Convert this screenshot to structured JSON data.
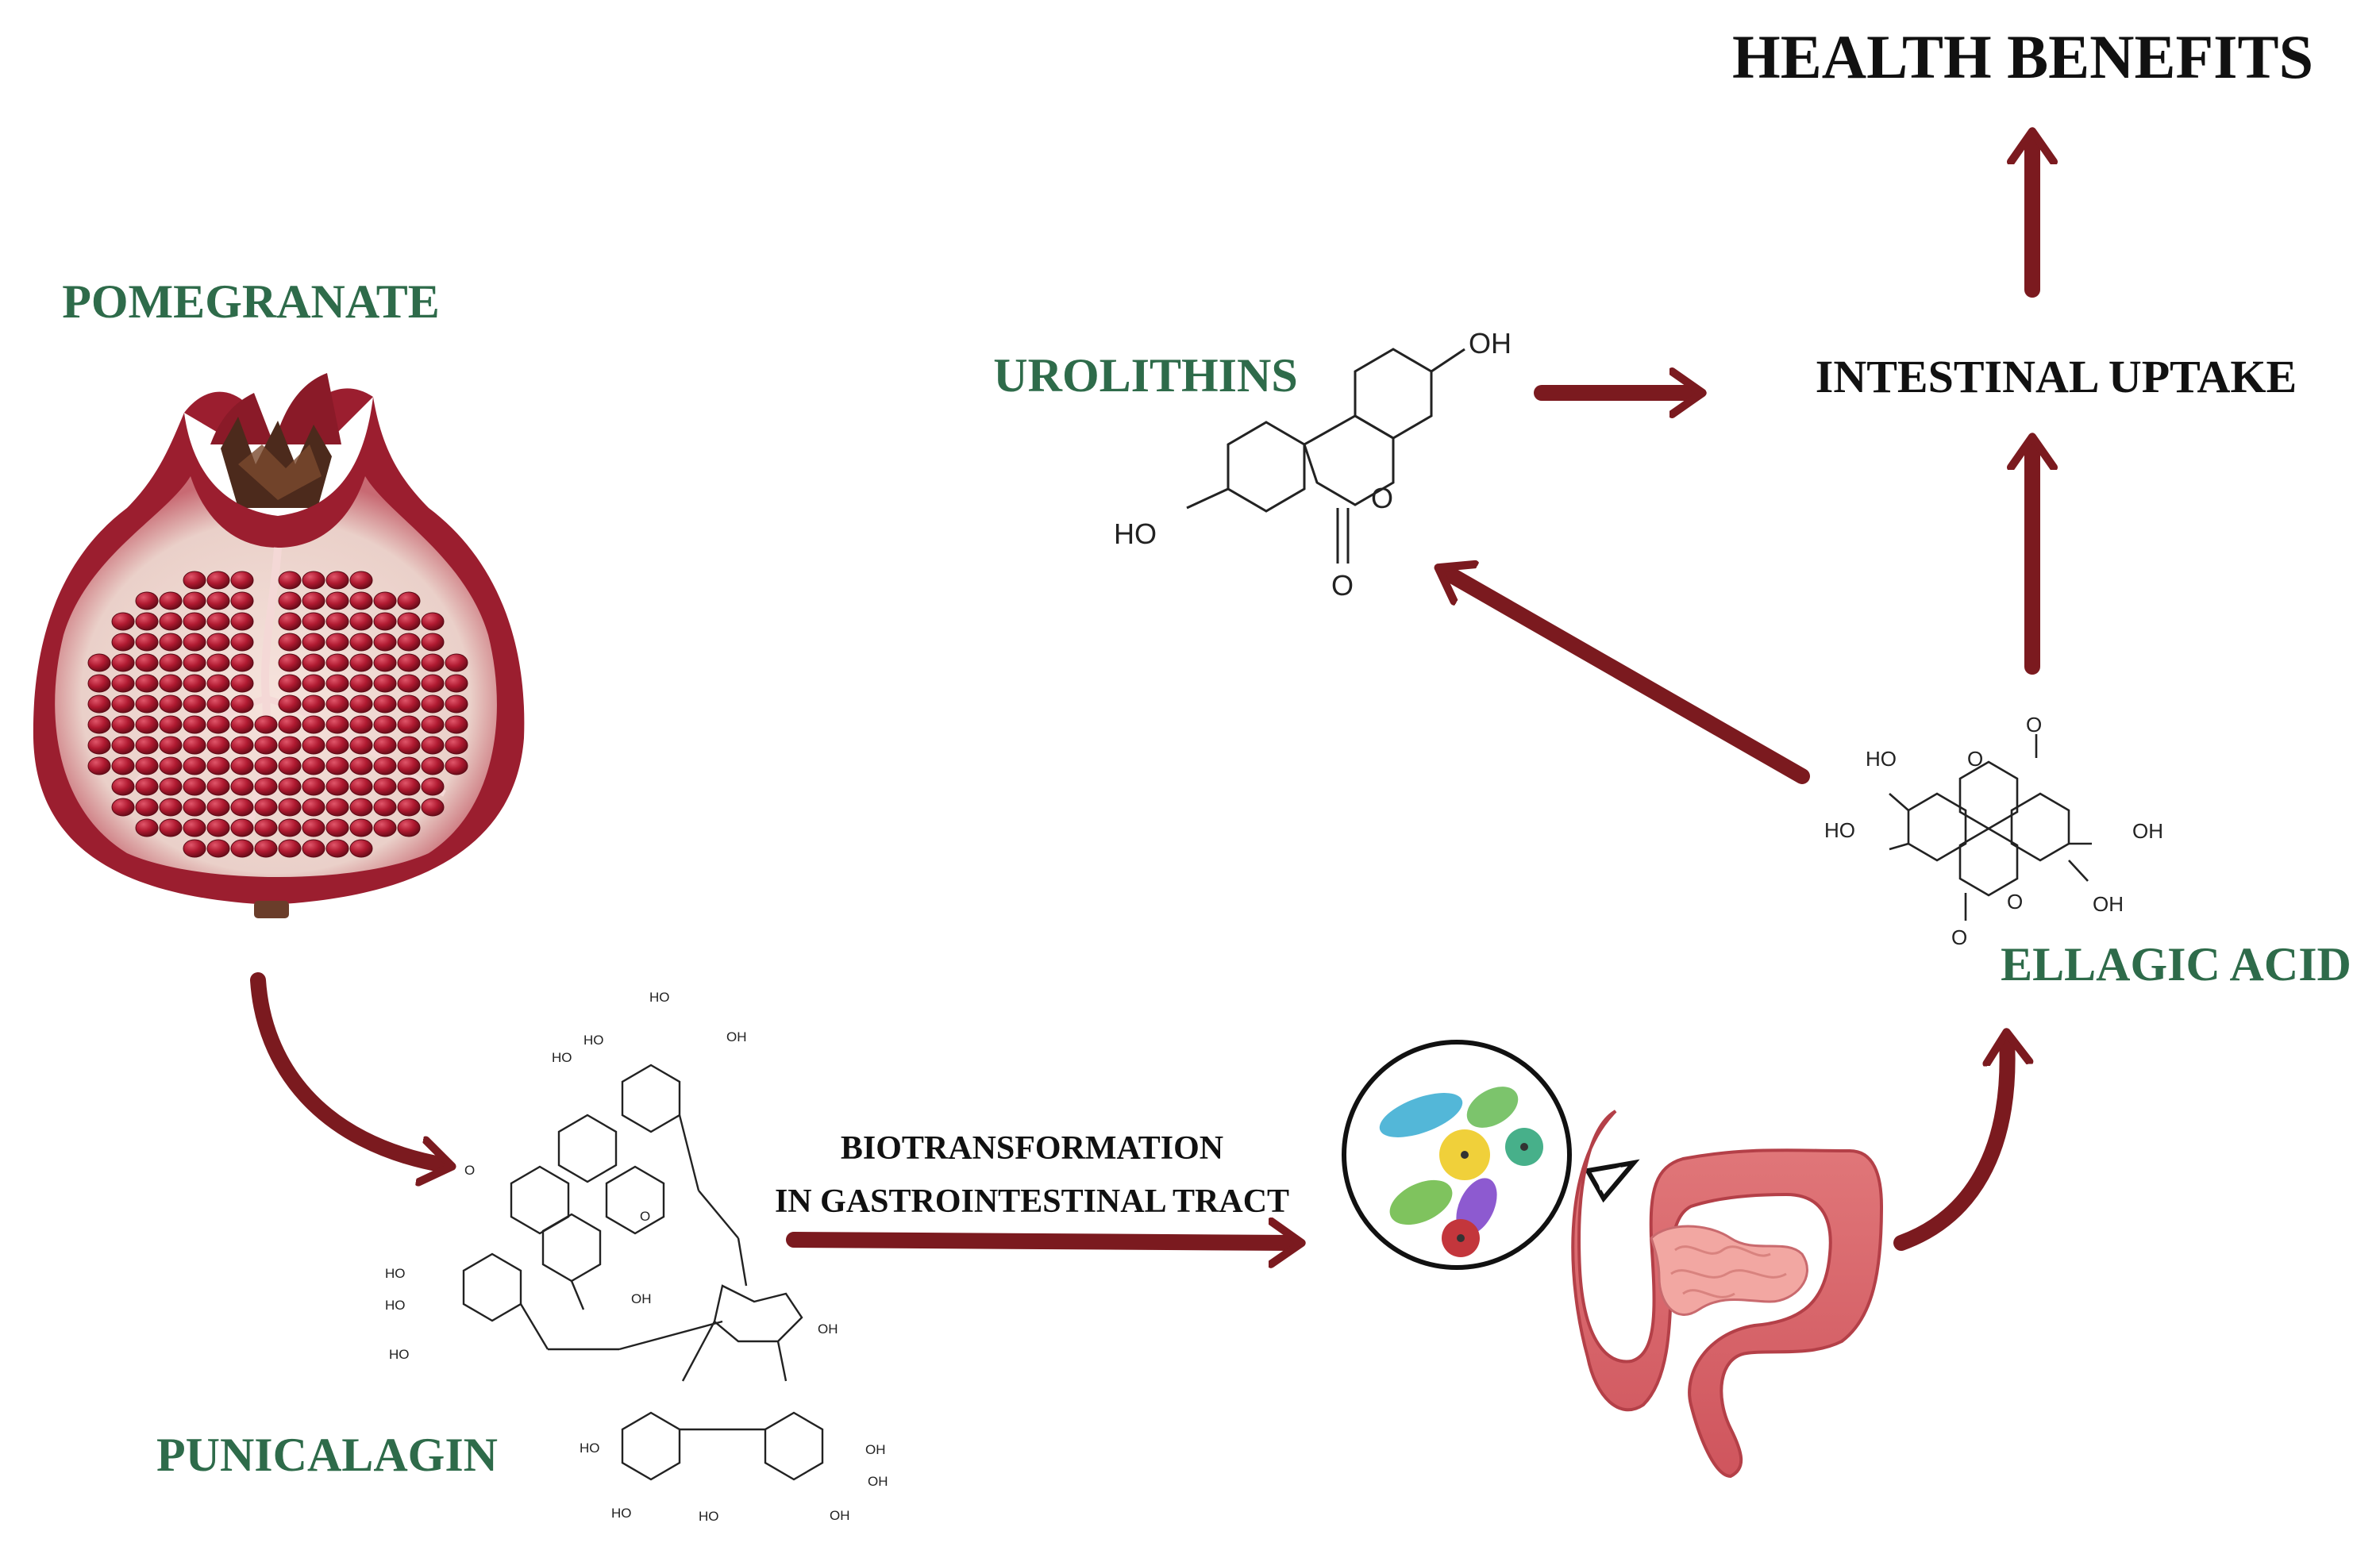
{
  "colors": {
    "arrow": "#7b1a1f",
    "green_label": "#2e6b4a",
    "black_label": "#111111",
    "pomegranate_skin": "#9b1e2f",
    "aril": "#a3162a",
    "intestine": "#d9646a"
  },
  "labels": {
    "pomegranate": "POMEGRANATE",
    "punicalagin": "PUNICALAGIN",
    "biotransformation_line1": "BIOTRANSFORMATION",
    "biotransformation_line2": "IN GASTROINTESTINAL TRACT",
    "ellagic_acid": "ELLAGIC ACID",
    "urolithins": "UROLITHINS",
    "intestinal_uptake": "INTESTINAL UPTAKE",
    "health_benefits": "HEALTH BENEFITS"
  },
  "chem_groups": {
    "oh": "OH",
    "ho": "HO",
    "o": "O"
  },
  "icons": {
    "pomegranate": "pomegranate-half-illustration",
    "intestine": "intestine-icon",
    "bacteria": "gut-bacteria-icon",
    "punicalagin": "punicalagin-structure",
    "ellagic_acid": "ellagic-acid-structure",
    "urolithin": "urolithin-structure"
  }
}
